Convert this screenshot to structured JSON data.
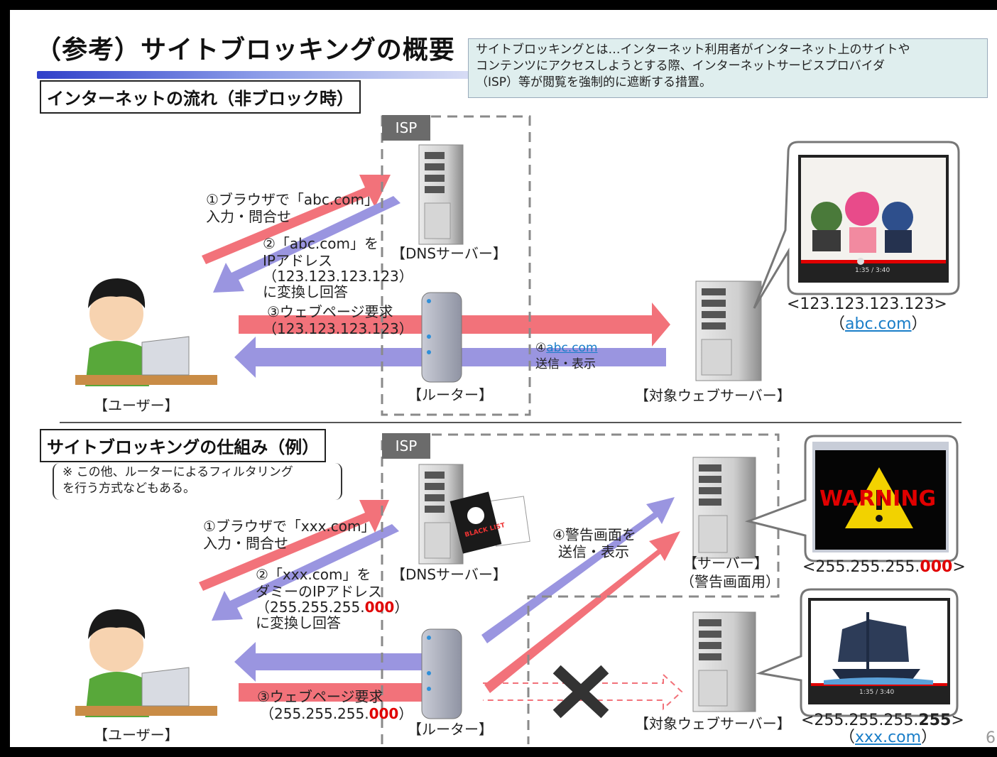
{
  "title": "（参考）サイトブロッキングの概要",
  "definition": "サイトブロッキングとは…インターネット利用者がインターネット上のサイトや\nコンテンツにアクセスしようとする際、インターネットサービスプロバイダ\n（ISP）等が閲覧を強制的に遮断する措置。",
  "page_number": "6",
  "top": {
    "section_title": "インターネットの流れ（非ブロック時）",
    "isp_label": "ISP",
    "dns_label": "【DNSサーバー】",
    "router_label": "【ルーター】",
    "user_label": "【ユーザー】",
    "target_label": "【対象ウェブサーバー】",
    "ip_display": "<123.123.123.123>",
    "domain_paren_open": "（",
    "domain_link": "abc.com",
    "domain_paren_close": "）",
    "step1_line1": "①ブラウザで「abc.com」",
    "step1_line2": "入力・問合せ",
    "step2_line1": "②「abc.com」を",
    "step2_line2": "IPアドレス",
    "step2_line3": "（123.123.123.123）",
    "step2_line4": "に変換し回答",
    "step3_line1": "③ウェブページ要求",
    "step3_line2": "（123.123.123.123）",
    "step4_num": "④",
    "step4_link": "abc.com",
    "step4_line2": "送信・表示",
    "video_time": "1:35 / 3:40"
  },
  "bottom": {
    "section_title": "サイトブロッキングの仕組み（例）",
    "note": "※ この他、ルーターによるフィルタリング\nを行う方式などもある。",
    "isp_label": "ISP",
    "dns_label": "【DNSサーバー】",
    "router_label": "【ルーター】",
    "user_label": "【ユーザー】",
    "blacklist_text": "BLACK LIST",
    "warn_server_line1": "【サーバー】",
    "warn_server_line2": "（警告画面用）",
    "warning_text": "WARNING",
    "warn_ip_prefix": "<255.255.255.",
    "warn_ip_red": "000",
    "warn_ip_suffix": ">",
    "target_label": "【対象ウェブサーバー】",
    "target_ip_prefix": "<255.255.255.",
    "target_ip_bold": "255",
    "target_ip_suffix": ">",
    "domain_paren_open": "（",
    "domain_link": "xxx.com",
    "domain_paren_close": "）",
    "step1_line1": "①ブラウザで「xxx.com」",
    "step1_line2": "入力・問合せ",
    "step2_line1": "②「xxx.com」を",
    "step2_line2": "ダミーのIPアドレス",
    "step2_line3_prefix": "（255.255.255.",
    "step2_line3_red": "000",
    "step2_line3_suffix": "）",
    "step2_line4": "に変換し回答",
    "step3_line1": "③ウェブページ要求",
    "step3_line2_prefix": "（255.255.255.",
    "step3_line2_red": "000",
    "step3_line2_suffix": "）",
    "step4_line1": "④警告画面を",
    "step4_line2": "送信・表示",
    "video_time": "1:35 / 3:40"
  },
  "colors": {
    "request_arrow": "#f2727a",
    "response_arrow": "#9a95e0",
    "accent_red": "#e00000",
    "link_blue": "#1a7ec8",
    "definition_bg": "#dfeeee"
  }
}
